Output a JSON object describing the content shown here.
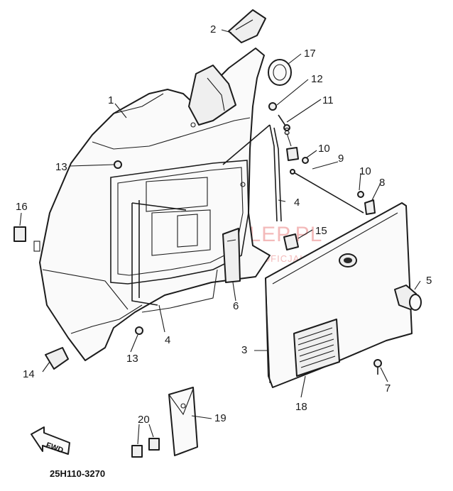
{
  "diagram": {
    "reference_code": "25H110-3270",
    "arrow_label": "FWD",
    "watermark": {
      "main": "YAMAHASKLEP.PL",
      "sub": "WWW.SKLEP.YAMAHA.PL - OFICJALNY DEALER YAMAHA"
    },
    "callouts": [
      {
        "id": "1",
        "label": "1"
      },
      {
        "id": "2",
        "label": "2"
      },
      {
        "id": "3",
        "label": "3"
      },
      {
        "id": "4a",
        "label": "4"
      },
      {
        "id": "4b",
        "label": "4"
      },
      {
        "id": "5",
        "label": "5"
      },
      {
        "id": "6",
        "label": "6"
      },
      {
        "id": "7",
        "label": "7"
      },
      {
        "id": "8a",
        "label": "8"
      },
      {
        "id": "8b",
        "label": "8"
      },
      {
        "id": "9",
        "label": "9"
      },
      {
        "id": "10a",
        "label": "10"
      },
      {
        "id": "10b",
        "label": "10"
      },
      {
        "id": "11",
        "label": "11"
      },
      {
        "id": "12",
        "label": "12"
      },
      {
        "id": "13a",
        "label": "13"
      },
      {
        "id": "13b",
        "label": "13"
      },
      {
        "id": "14",
        "label": "14"
      },
      {
        "id": "15",
        "label": "15"
      },
      {
        "id": "16",
        "label": "16"
      },
      {
        "id": "17",
        "label": "17"
      },
      {
        "id": "18",
        "label": "18"
      },
      {
        "id": "19",
        "label": "19"
      },
      {
        "id": "20",
        "label": "20"
      }
    ]
  }
}
